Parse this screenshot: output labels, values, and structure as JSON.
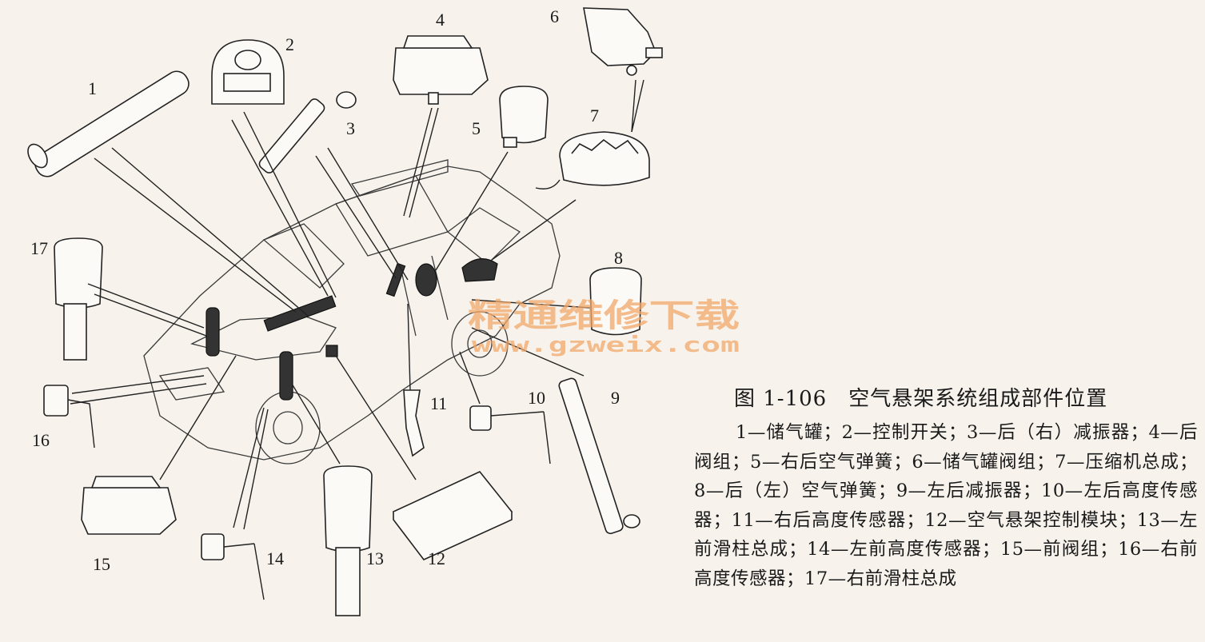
{
  "figure": {
    "title": "图 1-106　空气悬架系统组成部件位置",
    "legend": "1—储气罐；2—控制开关；3—后（右）减振器；4—后阀组；5—右后空气弹簧；6—储气罐阀组；7—压缩机总成；8—后（左）空气弹簧；9—左后减振器；10—左后高度传感器；11—右后高度传感器；12—空气悬架控制模块；13—左前滑柱总成；14—左前高度传感器；15—前阀组；16—右前高度传感器；17—右前滑柱总成"
  },
  "callouts": [
    "1",
    "2",
    "3",
    "4",
    "5",
    "6",
    "7",
    "8",
    "9",
    "10",
    "11",
    "12",
    "13",
    "14",
    "15",
    "16",
    "17"
  ],
  "watermark": {
    "text": "精通维修下载",
    "url": "www.gzweix.com",
    "color": "#f2a86a"
  }
}
